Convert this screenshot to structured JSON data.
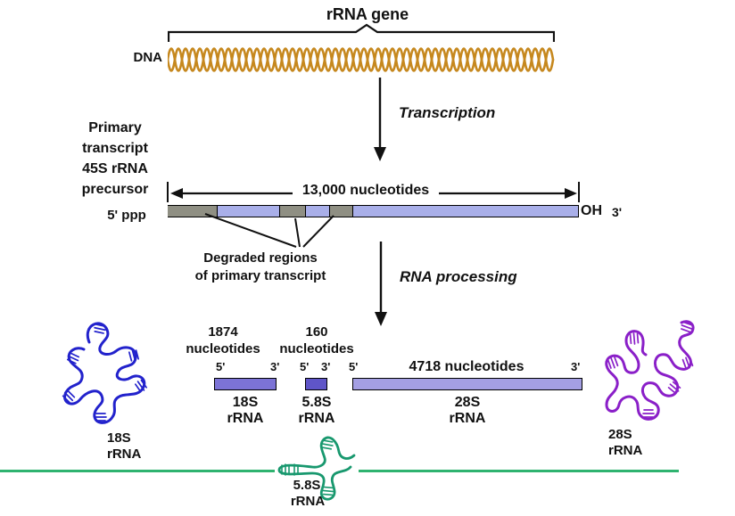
{
  "header": {
    "gene_label": "rRNA gene",
    "dna_label": "DNA"
  },
  "steps": {
    "transcription": "Transcription",
    "rna_processing": "RNA processing"
  },
  "primary_transcript": {
    "label_lines": [
      "Primary",
      "transcript",
      "45S rRNA",
      "precursor"
    ],
    "five_prime_label": "5' ppp",
    "length_label": "13,000 nucleotides",
    "oh_label": "OH",
    "three_prime_label": "3'",
    "degraded_line1": "Degraded regions",
    "degraded_line2": "of primary transcript"
  },
  "products": [
    {
      "size": "1874",
      "unit": "nucleotides",
      "five": "5'",
      "three": "3'",
      "name": "18S",
      "kind": "rRNA",
      "color": "#7C73D6"
    },
    {
      "size": "160",
      "unit": "nucleotides",
      "five": "5'",
      "three": "3'",
      "name": "5.8S",
      "kind": "rRNA",
      "color": "#5F55C8"
    },
    {
      "size": "4718 nucleotides",
      "five": "5'",
      "three": "3'",
      "name": "28S",
      "kind": "rRNA",
      "color": "#A49FE3"
    }
  ],
  "structures": [
    {
      "name": "18S",
      "kind": "rRNA",
      "color": "#2222CC"
    },
    {
      "name": "5.8S",
      "kind": "rRNA",
      "color": "#18986E"
    },
    {
      "name": "28S",
      "kind": "rRNA",
      "color": "#8A1FC8"
    }
  ],
  "colors": {
    "dna_helix": "#C6881E",
    "transcript_bar": "#A9AFE9",
    "degraded_region": "#8F8F83",
    "divider_line": "#2FB370"
  }
}
